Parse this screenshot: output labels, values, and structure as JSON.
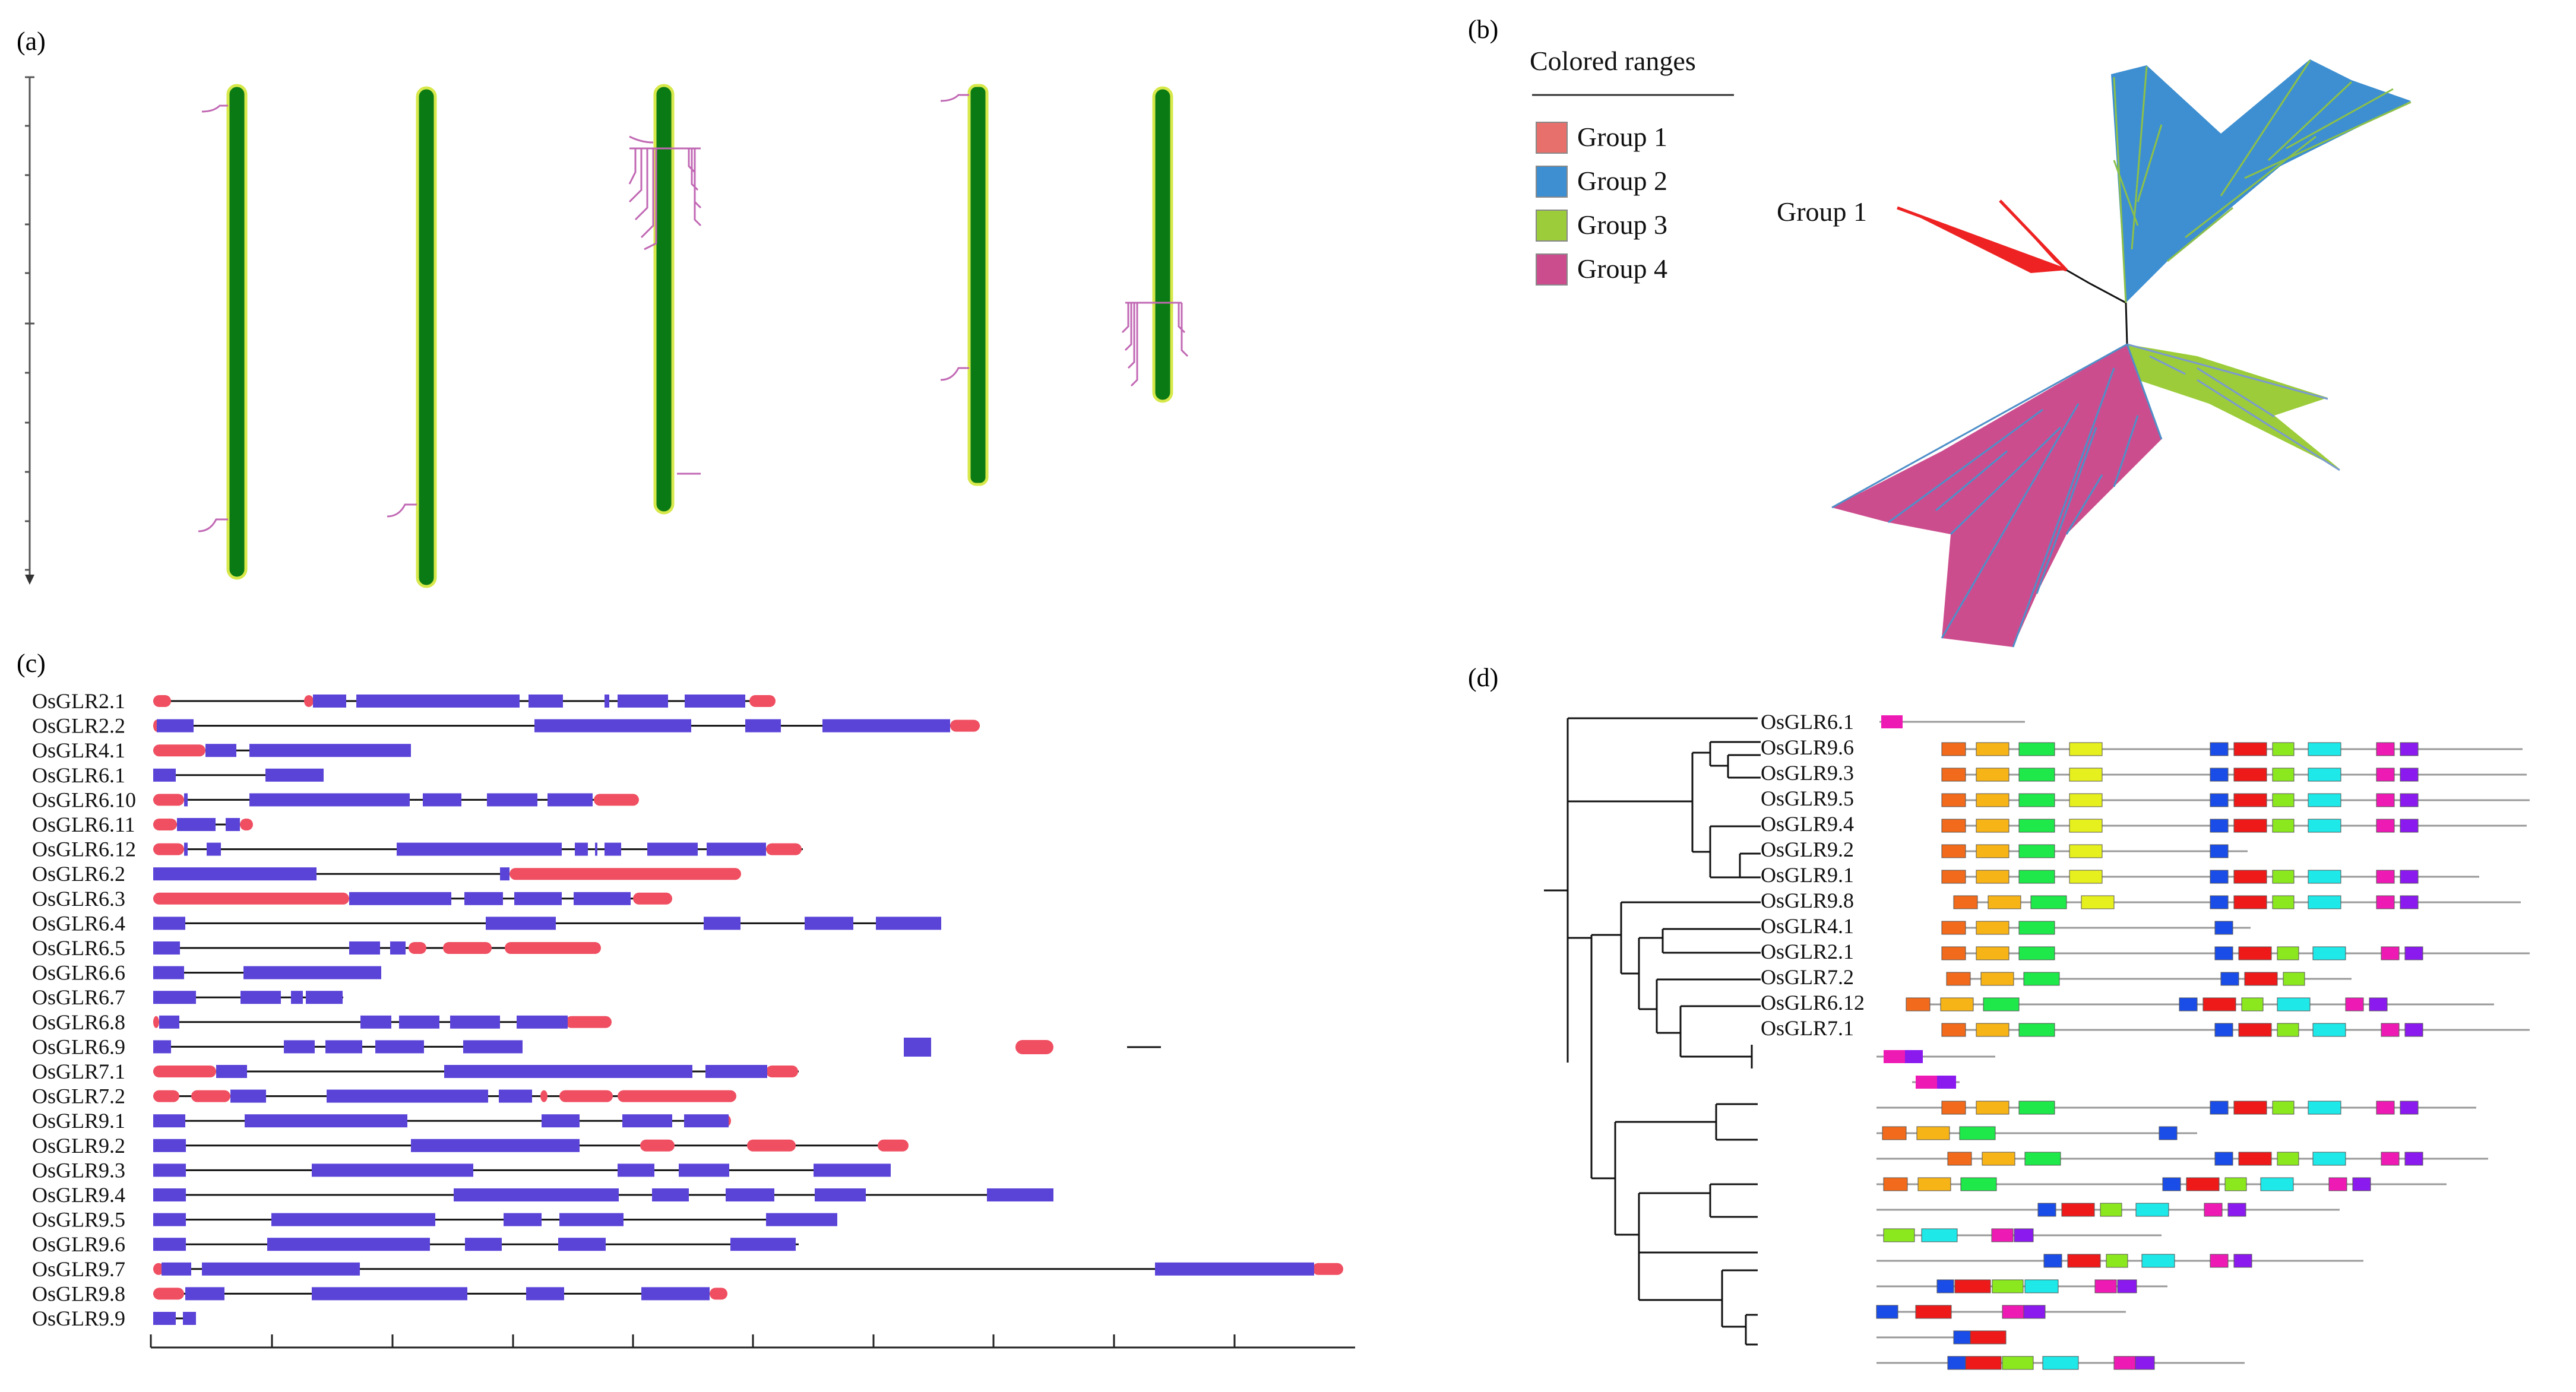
{
  "panels": {
    "a": "(a)",
    "b": "(b)",
    "c": "(c)",
    "d": "(d)"
  },
  "legend": {
    "title": "Colored ranges",
    "items": [
      {
        "label": "Group 1",
        "color": "#e8706c"
      },
      {
        "label": "Group 2",
        "color": "#3d8fd1"
      },
      {
        "label": "Group 3",
        "color": "#9ccc3a"
      },
      {
        "label": "Group 4",
        "color": "#cc4d8e"
      }
    ]
  },
  "tree_label": "Group 1",
  "colors": {
    "exon": "#5a44d8",
    "utr": "#ef4f61",
    "chromosome": "#0a7a14",
    "chromosome_outline": "#d7e84a"
  },
  "genes_c": [
    "OsGLR2.1",
    "OsGLR2.2",
    "OsGLR4.1",
    "OsGLR6.1",
    "OsGLR6.10",
    "OsGLR6.11",
    "OsGLR6.12",
    "OsGLR6.2",
    "OsGLR6.3",
    "OsGLR6.4",
    "OsGLR6.5",
    "OsGLR6.6",
    "OsGLR6.7",
    "OsGLR6.8",
    "OsGLR6.9",
    "OsGLR7.1",
    "OsGLR7.2",
    "OsGLR9.1",
    "OsGLR9.2",
    "OsGLR9.3",
    "OsGLR9.4",
    "OsGLR9.5",
    "OsGLR9.6",
    "OsGLR9.7",
    "OsGLR9.8",
    "OsGLR9.9"
  ],
  "genes_d": [
    "OsGLR6.1",
    "OsGLR9.6",
    "OsGLR9.3",
    "OsGLR9.5",
    "OsGLR9.4",
    "OsGLR9.2",
    "OsGLR9.1",
    "OsGLR9.8",
    "OsGLR4.1",
    "OsGLR2.1",
    "OsGLR7.2",
    "OsGLR6.12",
    "OsGLR7.1"
  ],
  "motif_colors": [
    "#f26a1b",
    "#f7b417",
    "#1ee84a",
    "#e6f01e",
    "#1a4de8",
    "#ee1a1a",
    "#8ce81e",
    "#1ee8e8",
    "#ee1ab4",
    "#8a1aee"
  ]
}
